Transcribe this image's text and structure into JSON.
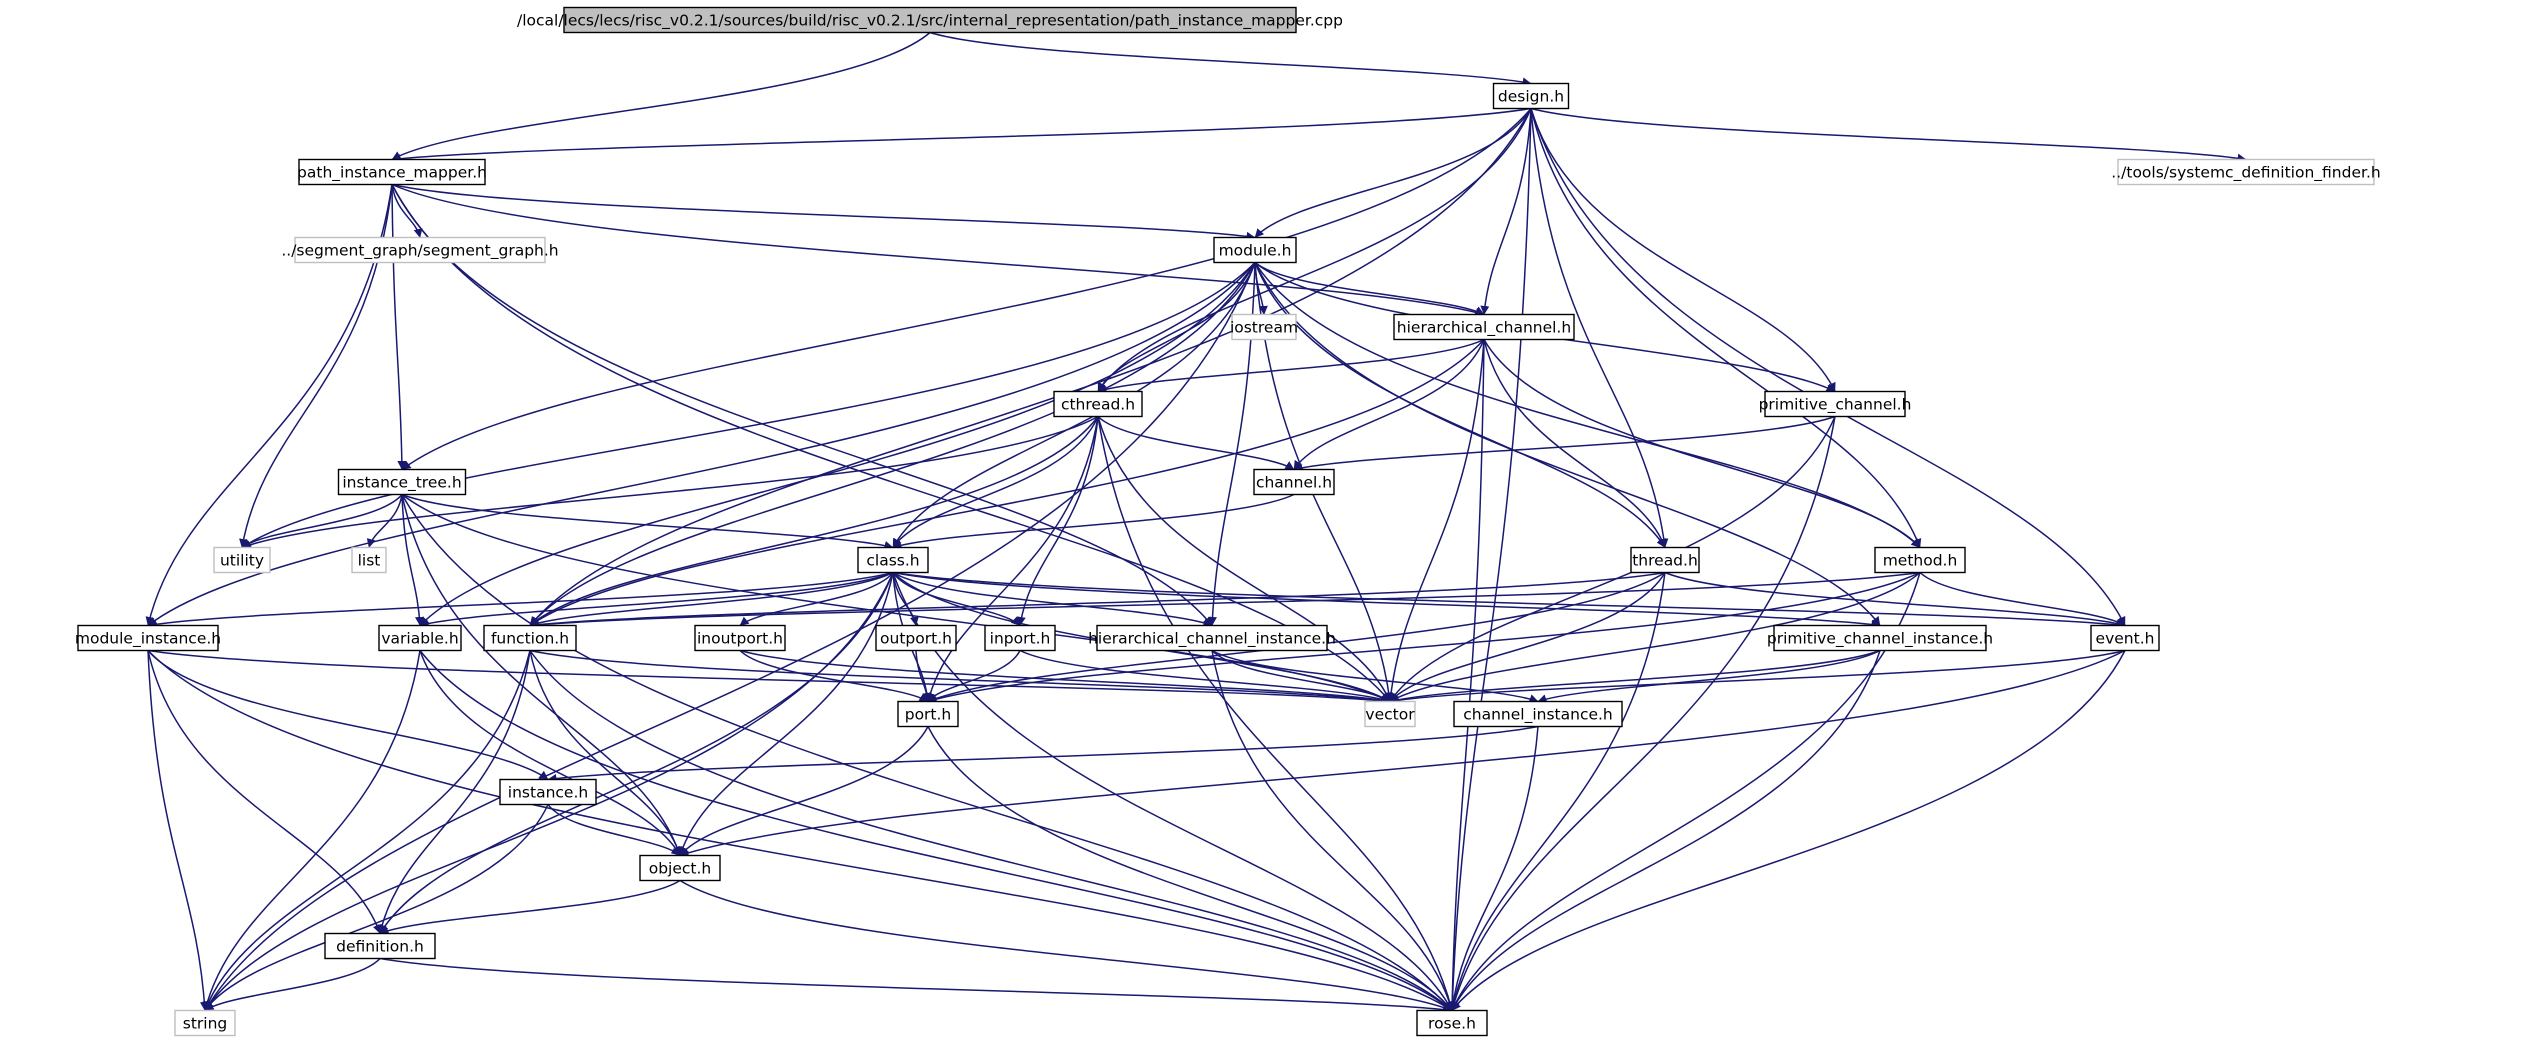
{
  "nodes": {
    "root": "/local/lecs/lecs/risc_v0.2.1/sources/build/risc_v0.2.1/src/internal_representation/path_instance_mapper.cpp",
    "design": "design.h",
    "pim": "path_instance_mapper.h",
    "sysfinder": "../tools/systemc_definition_finder.h",
    "seggraph": "../segment_graph/segment_graph.h",
    "module": "module.h",
    "iostream": "iostream",
    "hierch": "hierarchical_channel.h",
    "cthread": "cthread.h",
    "primch": "primitive_channel.h",
    "insttree": "instance_tree.h",
    "channel": "channel.h",
    "utility": "utility",
    "list": "list",
    "classh": "class.h",
    "thread": "thread.h",
    "method": "method.h",
    "modinst": "module_instance.h",
    "variable": "variable.h",
    "function": "function.h",
    "inoutport": "inoutport.h",
    "outport": "outport.h",
    "inport": "inport.h",
    "hchinst": "hierarchical_channel_instance.h",
    "pchinst": "primitive_channel_instance.h",
    "event": "event.h",
    "vector": "vector",
    "port": "port.h",
    "chinst": "channel_instance.h",
    "instance": "instance.h",
    "object": "object.h",
    "definition": "definition.h",
    "string": "string",
    "rose": "rose.h"
  },
  "edges": [
    [
      "root",
      "pim"
    ],
    [
      "root",
      "design"
    ],
    [
      "design",
      "pim"
    ],
    [
      "design",
      "sysfinder"
    ],
    [
      "design",
      "module"
    ],
    [
      "design",
      "hierch"
    ],
    [
      "design",
      "cthread"
    ],
    [
      "design",
      "primch"
    ],
    [
      "design",
      "insttree"
    ],
    [
      "design",
      "thread"
    ],
    [
      "design",
      "method"
    ],
    [
      "design",
      "function"
    ],
    [
      "design",
      "event"
    ],
    [
      "design",
      "rose"
    ],
    [
      "pim",
      "seggraph"
    ],
    [
      "pim",
      "module"
    ],
    [
      "pim",
      "hierch"
    ],
    [
      "pim",
      "insttree"
    ],
    [
      "pim",
      "utility"
    ],
    [
      "pim",
      "modinst"
    ],
    [
      "pim",
      "hchinst"
    ],
    [
      "pim",
      "vector"
    ],
    [
      "module",
      "iostream"
    ],
    [
      "module",
      "hierch"
    ],
    [
      "module",
      "cthread"
    ],
    [
      "module",
      "primch"
    ],
    [
      "module",
      "thread"
    ],
    [
      "module",
      "method"
    ],
    [
      "module",
      "classh"
    ],
    [
      "module",
      "variable"
    ],
    [
      "module",
      "function"
    ],
    [
      "module",
      "hchinst"
    ],
    [
      "module",
      "pchinst"
    ],
    [
      "module",
      "vector"
    ],
    [
      "module",
      "utility"
    ],
    [
      "module",
      "string"
    ],
    [
      "module",
      "modinst"
    ],
    [
      "hierch",
      "cthread"
    ],
    [
      "hierch",
      "channel"
    ],
    [
      "hierch",
      "thread"
    ],
    [
      "hierch",
      "method"
    ],
    [
      "hierch",
      "function"
    ],
    [
      "hierch",
      "vector"
    ],
    [
      "hierch",
      "rose"
    ],
    [
      "cthread",
      "channel"
    ],
    [
      "cthread",
      "classh"
    ],
    [
      "cthread",
      "function"
    ],
    [
      "cthread",
      "inport"
    ],
    [
      "cthread",
      "port"
    ],
    [
      "cthread",
      "vector"
    ],
    [
      "cthread",
      "utility"
    ],
    [
      "cthread",
      "rose"
    ],
    [
      "primch",
      "channel"
    ],
    [
      "primch",
      "vector"
    ],
    [
      "primch",
      "rose"
    ],
    [
      "insttree",
      "utility"
    ],
    [
      "insttree",
      "list"
    ],
    [
      "insttree",
      "classh"
    ],
    [
      "insttree",
      "variable"
    ],
    [
      "insttree",
      "object"
    ],
    [
      "insttree",
      "vector"
    ],
    [
      "insttree",
      "rose"
    ],
    [
      "channel",
      "classh"
    ],
    [
      "classh",
      "modinst"
    ],
    [
      "classh",
      "variable"
    ],
    [
      "classh",
      "function"
    ],
    [
      "classh",
      "inoutport"
    ],
    [
      "classh",
      "outport"
    ],
    [
      "classh",
      "inport"
    ],
    [
      "classh",
      "hchinst"
    ],
    [
      "classh",
      "pchinst"
    ],
    [
      "classh",
      "event"
    ],
    [
      "classh",
      "vector"
    ],
    [
      "classh",
      "port"
    ],
    [
      "classh",
      "definition"
    ],
    [
      "classh",
      "object"
    ],
    [
      "classh",
      "string"
    ],
    [
      "classh",
      "rose"
    ],
    [
      "thread",
      "function"
    ],
    [
      "thread",
      "event"
    ],
    [
      "thread",
      "vector"
    ],
    [
      "thread",
      "port"
    ],
    [
      "thread",
      "rose"
    ],
    [
      "method",
      "function"
    ],
    [
      "method",
      "event"
    ],
    [
      "method",
      "vector"
    ],
    [
      "method",
      "port"
    ],
    [
      "method",
      "rose"
    ],
    [
      "modinst",
      "instance"
    ],
    [
      "modinst",
      "vector"
    ],
    [
      "modinst",
      "string"
    ],
    [
      "modinst",
      "definition"
    ],
    [
      "modinst",
      "rose"
    ],
    [
      "variable",
      "object"
    ],
    [
      "variable",
      "string"
    ],
    [
      "variable",
      "rose"
    ],
    [
      "function",
      "definition"
    ],
    [
      "function",
      "vector"
    ],
    [
      "function",
      "string"
    ],
    [
      "function",
      "object"
    ],
    [
      "function",
      "rose"
    ],
    [
      "inoutport",
      "port"
    ],
    [
      "inoutport",
      "vector"
    ],
    [
      "outport",
      "port"
    ],
    [
      "inport",
      "port"
    ],
    [
      "inport",
      "vector"
    ],
    [
      "hchinst",
      "chinst"
    ],
    [
      "hchinst",
      "vector"
    ],
    [
      "hchinst",
      "rose"
    ],
    [
      "pchinst",
      "chinst"
    ],
    [
      "pchinst",
      "vector"
    ],
    [
      "pchinst",
      "rose"
    ],
    [
      "event",
      "vector"
    ],
    [
      "event",
      "object"
    ],
    [
      "event",
      "rose"
    ],
    [
      "port",
      "object"
    ],
    [
      "port",
      "rose"
    ],
    [
      "chinst",
      "instance"
    ],
    [
      "chinst",
      "rose"
    ],
    [
      "instance",
      "object"
    ],
    [
      "instance",
      "string"
    ],
    [
      "object",
      "definition"
    ],
    [
      "object",
      "rose"
    ],
    [
      "definition",
      "string"
    ],
    [
      "definition",
      "rose"
    ]
  ],
  "colors": {
    "edge": "#191970",
    "root_fill": "#bfbfbf",
    "external_border": "#bfbfbf",
    "node_border": "#000000"
  }
}
